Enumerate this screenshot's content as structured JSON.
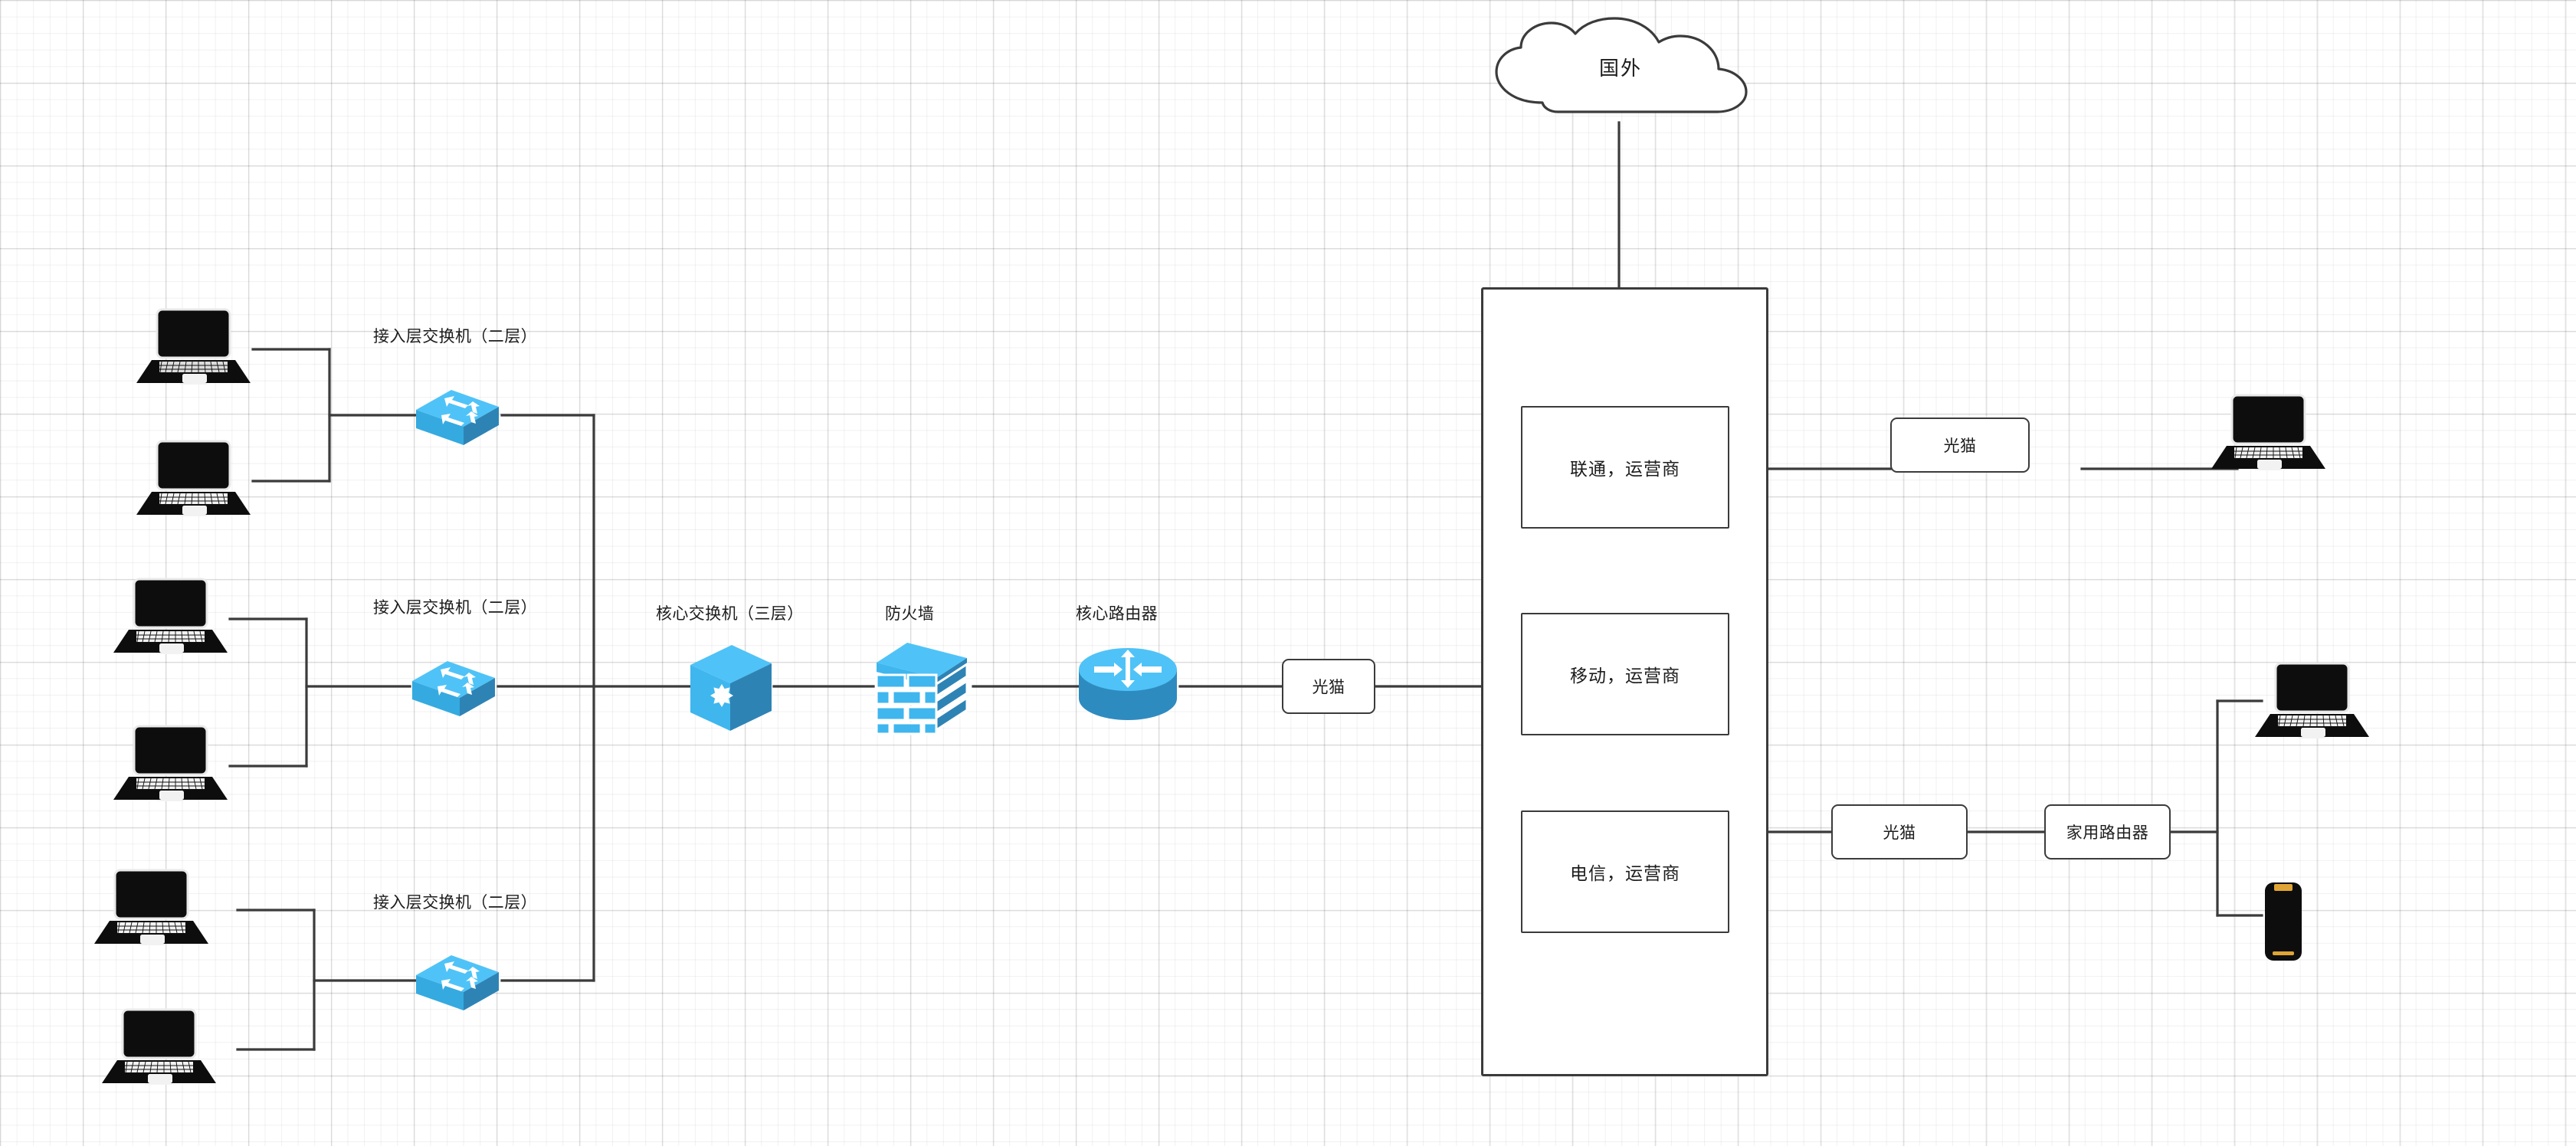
{
  "diagram": {
    "title": "network-topology",
    "colors": {
      "line": "#3b3b3b",
      "box_border": "#3b3b3b",
      "device_blue_top": "#4FC3F7",
      "device_blue_side": "#2E8BC0",
      "device_blue_front": "#29A3DD",
      "laptop_black": "#0d0d0d",
      "phone_accent": "#e0a435",
      "text": "#1c1c1c",
      "grid_minor": "#eeeeee",
      "grid_major": "#e2e2e2",
      "background": "#ffffff"
    },
    "cloud": {
      "label": "国外"
    },
    "labels": {
      "access_switch_1": "接入层交换机（二层）",
      "access_switch_2": "接入层交换机（二层）",
      "access_switch_3": "接入层交换机（二层）",
      "core_switch": "核心交换机（三层）",
      "firewall": "防火墙",
      "core_router": "核心路由器"
    },
    "boxes": {
      "modem_center": "光猫",
      "modem_top_right": "光猫",
      "modem_bottom_right": "光猫",
      "home_router": "家用路由器"
    },
    "operators": {
      "container_name": "operator-container",
      "items": [
        {
          "label": "联通，运营商",
          "name": "operator-unicom"
        },
        {
          "label": "移动，运营商",
          "name": "operator-mobile"
        },
        {
          "label": "电信，运营商",
          "name": "operator-telecom"
        }
      ]
    },
    "devices": {
      "laptops_left": [
        {
          "name": "laptop-lan-1"
        },
        {
          "name": "laptop-lan-2"
        },
        {
          "name": "laptop-lan-3"
        },
        {
          "name": "laptop-lan-4"
        },
        {
          "name": "laptop-lan-5"
        },
        {
          "name": "laptop-lan-6"
        }
      ],
      "laptop_home_top": {
        "name": "laptop-home-top"
      },
      "laptop_home_bottom": {
        "name": "laptop-home-bottom"
      },
      "phone_home": {
        "name": "phone-home"
      }
    },
    "icons": {
      "cloud": "cloud-icon",
      "switch": "network-switch-icon",
      "core_switch": "core-switch-icon",
      "firewall": "firewall-brick-icon",
      "router": "router-icon",
      "laptop": "laptop-icon",
      "phone": "smartphone-icon"
    }
  }
}
